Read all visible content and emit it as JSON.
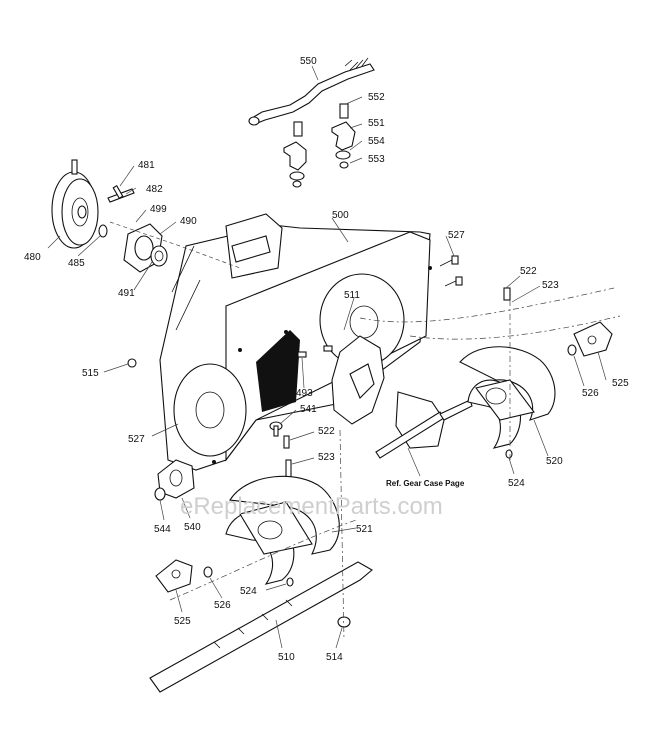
{
  "diagram": {
    "callouts": [
      {
        "id": "550",
        "text": "550"
      },
      {
        "id": "552",
        "text": "552"
      },
      {
        "id": "551",
        "text": "551"
      },
      {
        "id": "554",
        "text": "554"
      },
      {
        "id": "553",
        "text": "553"
      },
      {
        "id": "481",
        "text": "481"
      },
      {
        "id": "482",
        "text": "482"
      },
      {
        "id": "499",
        "text": "499"
      },
      {
        "id": "490",
        "text": "490"
      },
      {
        "id": "480",
        "text": "480"
      },
      {
        "id": "485",
        "text": "485"
      },
      {
        "id": "491",
        "text": "491"
      },
      {
        "id": "500",
        "text": "500"
      },
      {
        "id": "527a",
        "text": "527"
      },
      {
        "id": "522a",
        "text": "522"
      },
      {
        "id": "523a",
        "text": "523"
      },
      {
        "id": "511",
        "text": "511"
      },
      {
        "id": "515",
        "text": "515"
      },
      {
        "id": "493",
        "text": "493"
      },
      {
        "id": "526a",
        "text": "526"
      },
      {
        "id": "525a",
        "text": "525"
      },
      {
        "id": "541",
        "text": "541"
      },
      {
        "id": "527b",
        "text": "527"
      },
      {
        "id": "522b",
        "text": "522"
      },
      {
        "id": "520",
        "text": "520"
      },
      {
        "id": "523b",
        "text": "523"
      },
      {
        "id": "524a",
        "text": "524"
      },
      {
        "id": "544",
        "text": "544"
      },
      {
        "id": "540",
        "text": "540"
      },
      {
        "id": "521",
        "text": "521"
      },
      {
        "id": "524b",
        "text": "524"
      },
      {
        "id": "526b",
        "text": "526"
      },
      {
        "id": "525b",
        "text": "525"
      },
      {
        "id": "510",
        "text": "510"
      },
      {
        "id": "514",
        "text": "514"
      }
    ],
    "reference_note": "Ref. Gear Case Page",
    "watermark": "eReplacementParts.com"
  }
}
